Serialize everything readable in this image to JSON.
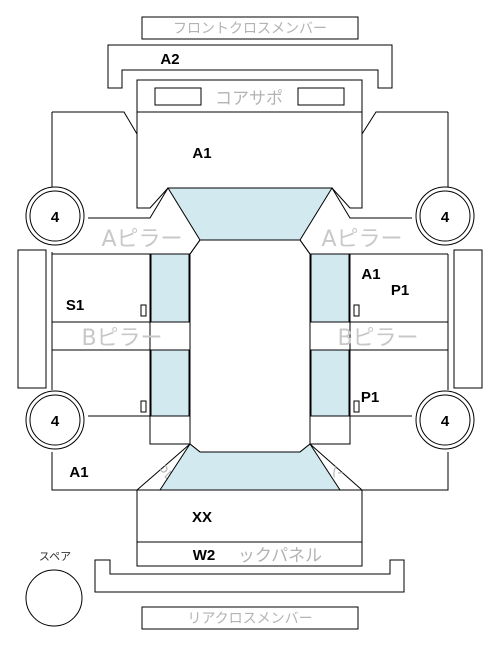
{
  "labels": {
    "front_cross_member": "フロントクロスメンバー",
    "rear_cross_member": "リアクロスメンバー",
    "core_support": "コアサポ",
    "a_pillar_left": "Aピラー",
    "a_pillar_right": "Aピラー",
    "b_pillar_left": "Bピラー",
    "b_pillar_right": "Bピラー",
    "back_panel": "ックパネル",
    "spare": "スペア",
    "corner_left": "ンロc",
    "corner_right": "ンロc"
  },
  "codes": {
    "a2": "A2",
    "a1_hood": "A1",
    "a1_right_front": "A1",
    "p1_right_front": "P1",
    "s1_left": "S1",
    "p1_right_rear": "P1",
    "a1_left_rear": "A1",
    "xx_trunk": "XX",
    "w2_back": "W2"
  },
  "wheels": {
    "front_left": "4",
    "front_right": "4",
    "rear_left": "4",
    "rear_right": "4"
  }
}
